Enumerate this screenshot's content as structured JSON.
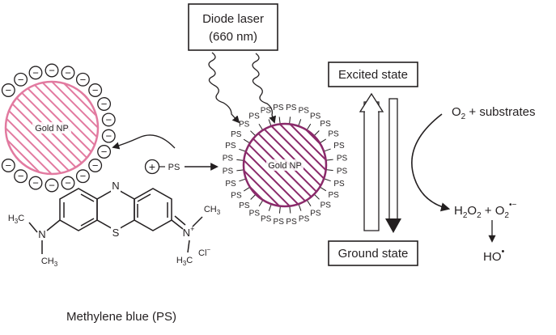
{
  "laser_box": {
    "line1": "Diode laser",
    "line2": "(660 nm)"
  },
  "gold_np_label": "Gold NP",
  "ps_label": "PS",
  "plus_sign": "+",
  "minus_sign": "−",
  "excited_state": "Excited state",
  "ground_state": "Ground state",
  "reaction": {
    "reactant_o2": "O",
    "reactant_o2_sub": "2",
    "reactant_rest": " + substrates",
    "h2o2_h": "H",
    "h2o2_sub1": "2",
    "h2o2_o": "O",
    "h2o2_sub2": "2",
    "plus": " + O",
    "superoxide_sub": "2",
    "superoxide_sup": "•−",
    "hydroxyl": "HO",
    "hydroxyl_sup": "•"
  },
  "molecule": {
    "name": "Methylene blue (PS)",
    "ring_n": "N",
    "ring_s": "S",
    "left_n": "N",
    "right_n": "N",
    "right_n_charge": "+",
    "methyl_h": "H",
    "methyl_h_sub": "3",
    "methyl_c": "C",
    "methyl_ch": "CH",
    "methyl_ch_sub": "3",
    "counterion": "Cl",
    "counterion_charge": "−"
  },
  "colors": {
    "stroke": "#231f20",
    "gold_np_left": "#e27aa0",
    "gold_np_right": "#8a2a6a"
  }
}
